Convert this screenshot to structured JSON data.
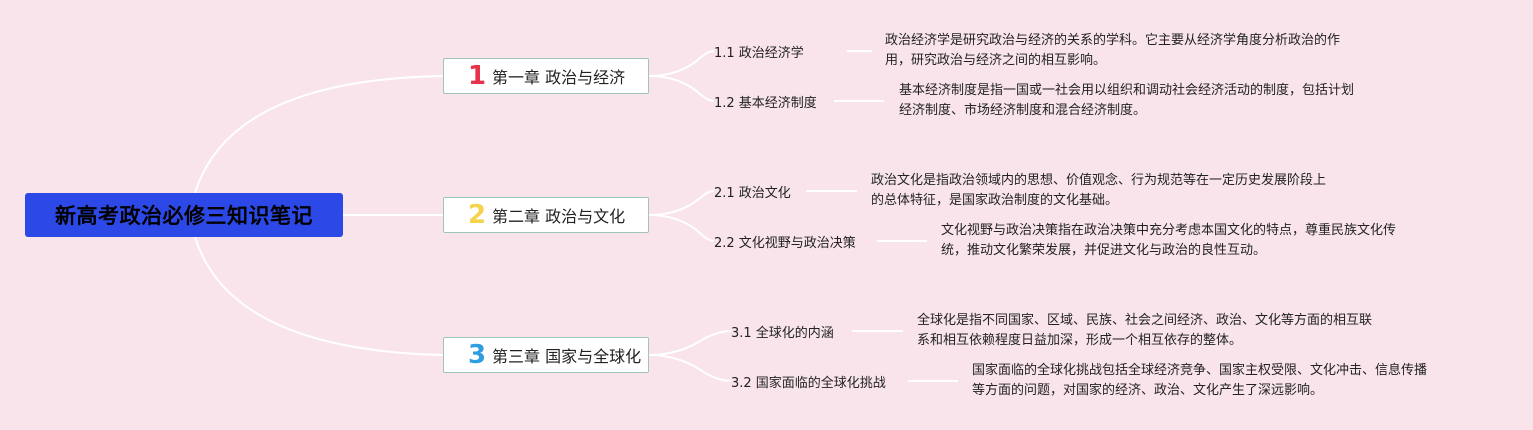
{
  "root": {
    "title": "新高考政治必修三知识笔记"
  },
  "chapters": [
    {
      "num": "1",
      "num_color": "#e8324a",
      "label": "第一章 政治与经济",
      "sections": [
        {
          "label": "1.1 政治经济学",
          "desc": [
            "政治经济学是研究政治与经济的关系的学科。它主要从经济学角度分析政治的作",
            "用，研究政治与经济之间的相互影响。"
          ]
        },
        {
          "label": "1.2 基本经济制度",
          "desc": [
            "基本经济制度是指一国或一社会用以组织和调动社会经济活动的制度，包括计划",
            "经济制度、市场经济制度和混合经济制度。"
          ]
        }
      ]
    },
    {
      "num": "2",
      "num_color": "#f5d34a",
      "label": "第二章 政治与文化",
      "sections": [
        {
          "label": "2.1 政治文化",
          "desc": [
            "政治文化是指政治领域内的思想、价值观念、行为规范等在一定历史发展阶段上",
            "的总体特征，是国家政治制度的文化基础。"
          ]
        },
        {
          "label": "2.2 文化视野与政治决策",
          "desc": [
            "文化视野与政治决策指在政治决策中充分考虑本国文化的特点，尊重民族文化传",
            "统，推动文化繁荣发展，并促进文化与政治的良性互动。"
          ]
        }
      ]
    },
    {
      "num": "3",
      "num_color": "#2e9ee0",
      "label": "第三章 国家与全球化",
      "sections": [
        {
          "label": "3.1 全球化的内涵",
          "desc": [
            "全球化是指不同国家、区域、民族、社会之间经济、政治、文化等方面的相互联",
            "系和相互依赖程度日益加深，形成一个相互依存的整体。"
          ]
        },
        {
          "label": "3.2 国家面临的全球化挑战",
          "desc": [
            "国家面临的全球化挑战包括全球经济竞争、国家主权受限、文化冲击、信息传播",
            "等方面的问题，对国家的经济、政治、文化产生了深远影响。"
          ]
        }
      ]
    }
  ]
}
